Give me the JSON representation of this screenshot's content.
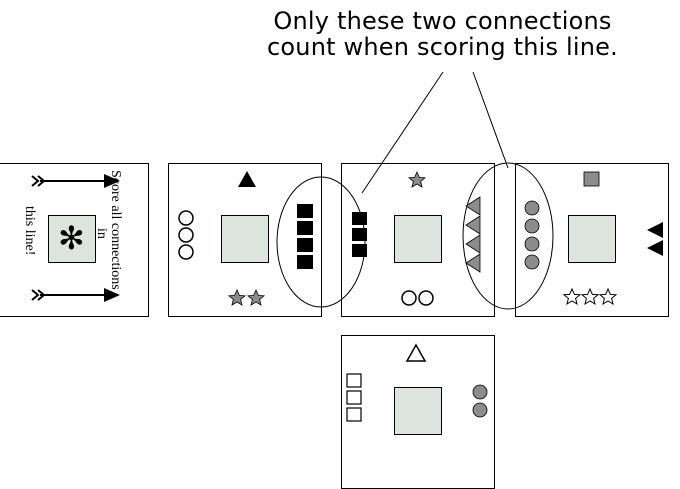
{
  "callout": {
    "line1": "Only these two connections",
    "line2": "count when scoring this line."
  },
  "scoring_tile": {
    "line1": "Score all connections",
    "line2": "in",
    "line3": "this line!",
    "center_icon": "asterisk-icon",
    "arrow_icon": "double-chevron-arrow-icon"
  },
  "tiles": [
    {
      "name": "tile-a",
      "symbols": [
        "triangle-icon",
        "circle-icon",
        "square-icon",
        "star-icon"
      ],
      "counts": [
        1,
        3,
        4,
        2
      ]
    },
    {
      "name": "tile-b",
      "symbols": [
        "star-icon",
        "square-icon",
        "triangle-icon",
        "circle-icon"
      ],
      "counts": [
        1,
        3,
        4,
        2
      ]
    },
    {
      "name": "tile-c",
      "symbols": [
        "square-icon",
        "circle-icon",
        "triangle-icon",
        "star-icon"
      ],
      "counts": [
        1,
        4,
        2,
        3
      ]
    },
    {
      "name": "tile-d",
      "symbols": [
        "triangle-icon",
        "square-icon",
        "circle-icon"
      ],
      "counts": [
        1,
        3,
        2
      ]
    }
  ],
  "colors": {
    "gray_fill": "#8c8c8c",
    "center_fill": "#dde3dd",
    "black": "#000000"
  }
}
